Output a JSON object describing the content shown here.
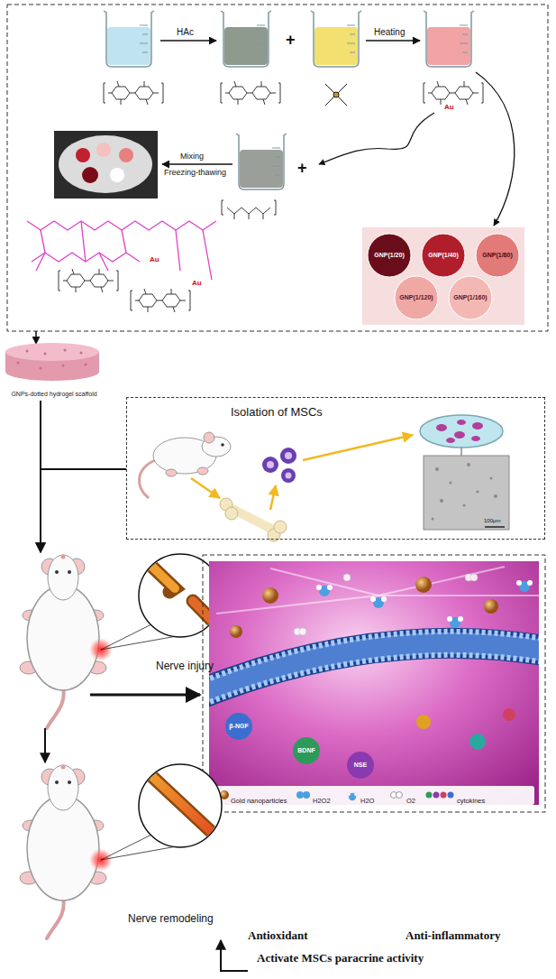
{
  "diagram": {
    "nodes": [
      {
        "text": [
          "GNP(1/20)"
        ]
      },
      {
        "text": [
          "GNP(1/40)"
        ]
      },
      {
        "text": [
          "GNP(1/80)"
        ]
      },
      {
        "text": [
          "GNP(1/120)"
        ]
      },
      {
        "text": [
          "GNP(1/160)"
        ]
      },
      {
        "text": [
          "GNPs-dotted hydrogel scaffold"
        ]
      },
      {
        "text": [
          "Isolation of MSCs"
        ]
      },
      {
        "text": [
          "Nerve injury"
        ]
      },
      {
        "text": [
          "Nerve remodeling"
        ]
      }
    ],
    "edges": [
      {
        "from": 5,
        "to": 7,
        "arrow": "to"
      },
      {
        "from": 6,
        "to": 7,
        "arrow": "to"
      },
      {
        "from": 7,
        "to": 8,
        "arrow": "to"
      }
    ],
    "labels": [
      "HAc",
      "+",
      "Heating",
      "Au",
      "Mixing",
      "Freezing-thawing",
      "+",
      "Au",
      "Au",
      "100μm",
      "β-NGF",
      "BDNF",
      "NSE",
      "Antioxidant",
      "Anti-inflammatory",
      "Activate MSCs paracrine activity"
    ],
    "legend": [
      {
        "text": "Gold nanoparticles"
      },
      {
        "text": "H2O2"
      },
      {
        "text": "H2O"
      },
      {
        "text": "O2"
      },
      {
        "text": "cytokines"
      }
    ]
  }
}
